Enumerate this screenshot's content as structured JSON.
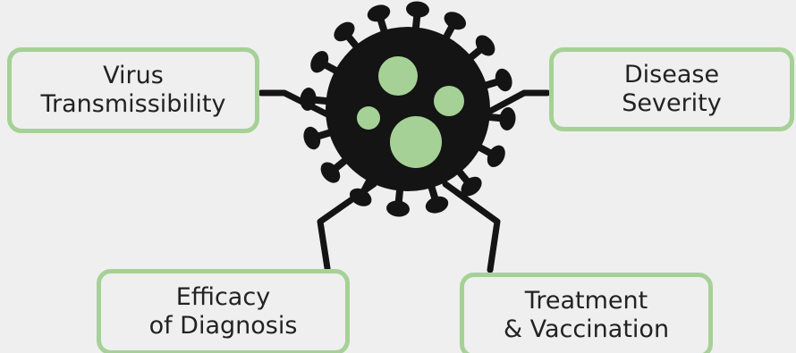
{
  "colors": {
    "background": "#efefef",
    "box_border": "#a6d196",
    "virus_body": "#141414",
    "virus_spots": "#a6d196",
    "connector": "#141414",
    "text": "#222222"
  },
  "diagram": {
    "center_icon": "virus-icon",
    "nodes": {
      "virus_transmissibility": {
        "line1": "Virus",
        "line2": "Transmissibility"
      },
      "disease_severity": {
        "line1": "Disease",
        "line2": "Severity"
      },
      "efficacy_of_diagnosis": {
        "line1": "Efficacy",
        "line2": "of Diagnosis"
      },
      "treatment_vaccination": {
        "line1": "Treatment",
        "line2": "& Vaccination"
      }
    }
  }
}
